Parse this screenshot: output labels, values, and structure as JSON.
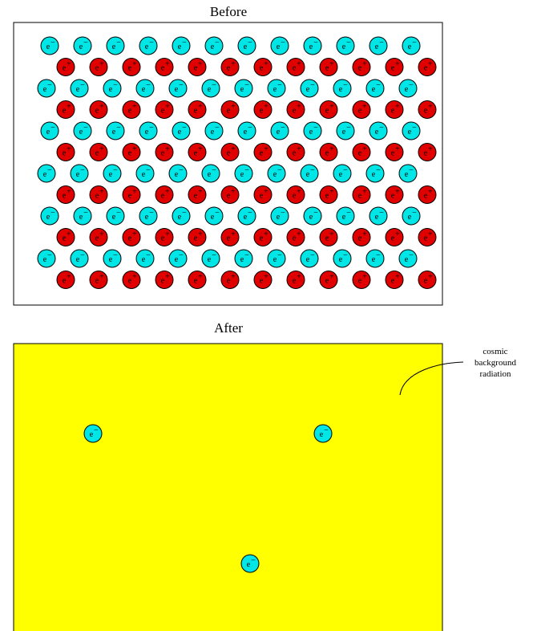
{
  "before": {
    "title": "Before",
    "background_color": "#ffffff",
    "rows": [
      {
        "particle": "electron",
        "count": 12
      },
      {
        "particle": "positron",
        "count": 12
      },
      {
        "particle": "electron",
        "count": 12
      },
      {
        "particle": "positron",
        "count": 12
      },
      {
        "particle": "electron",
        "count": 12
      },
      {
        "particle": "positron",
        "count": 12
      },
      {
        "particle": "electron",
        "count": 12
      },
      {
        "particle": "positron",
        "count": 12
      },
      {
        "particle": "electron",
        "count": 12
      },
      {
        "particle": "positron",
        "count": 12
      },
      {
        "particle": "electron",
        "count": 12
      },
      {
        "particle": "positron",
        "count": 12
      }
    ]
  },
  "after": {
    "title": "After",
    "background_color": "#ffff00",
    "particle_count": 3,
    "particle": "electron"
  },
  "annotation": {
    "lines": [
      "cosmic",
      "background",
      "radiation"
    ]
  },
  "particles": {
    "electron": {
      "label": "e",
      "sign": "−",
      "color": "#00e5e5"
    },
    "positron": {
      "label": "e",
      "sign": "+",
      "color": "#e00000"
    }
  }
}
